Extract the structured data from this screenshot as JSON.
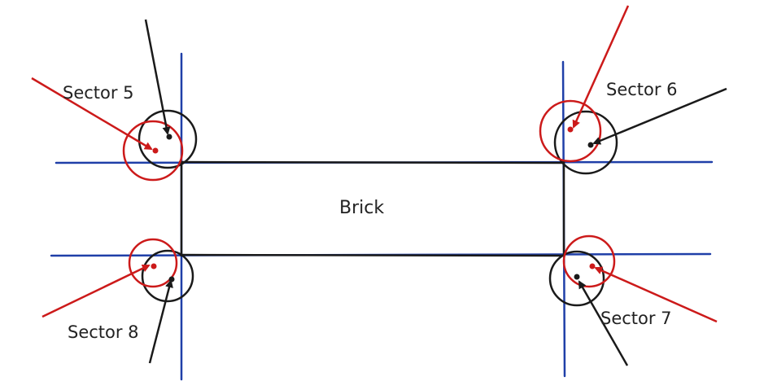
{
  "brick": {
    "label": "Brick"
  },
  "sectors": [
    {
      "label": "Sector 5"
    },
    {
      "label": "Sector 6"
    },
    {
      "label": "Sector 7"
    },
    {
      "label": "Sector 8"
    }
  ],
  "colors": {
    "guide_lines": "#1f3fa8",
    "brick_outline": "#1a1a1a",
    "red_marker": "#cc1a1a",
    "black_marker": "#1a1a1a"
  }
}
